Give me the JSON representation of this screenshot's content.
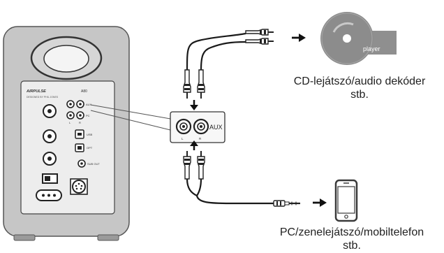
{
  "speaker": {
    "brand": "AIRPULSE",
    "model": "A80",
    "subtitle": "DESIGNED BY PHIL JONES",
    "ports": {
      "aux": "AUX",
      "pc": "PC",
      "left": "L",
      "right": "R",
      "usb": "USB",
      "opt": "OPT",
      "sub_out": "SUB OUT"
    }
  },
  "zoom": {
    "aux_label": "AUX",
    "left": "L",
    "right": "R"
  },
  "cd_device": {
    "label": "player"
  },
  "captions": {
    "cd_line1": "CD-lejátszó/audio dekóder",
    "cd_line2": "stb.",
    "pc_line1": "PC/zenelejátszó/mobiltelefon",
    "pc_line2": "stb."
  },
  "colors": {
    "speaker_body": "#c8c8c8",
    "panel": "#ececec",
    "disc": "#8c8c8c",
    "cable": "#222222"
  }
}
